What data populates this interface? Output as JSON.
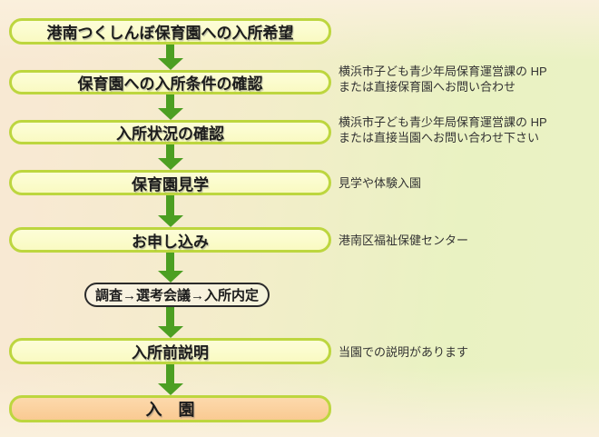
{
  "colors": {
    "background_left": "#f8e9d3",
    "background_right": "#e9f2c2",
    "box_fill": "#fbfccb",
    "box_border": "#bdd63f",
    "final_box_fill": "#fbd09e",
    "small_box_border": "#2b2b2b",
    "arrow_green": "#4c9f22",
    "box_text": "#1c1c1c",
    "note_text": "#333333"
  },
  "flow": {
    "steps": [
      {
        "label": "港南つくしんぼ保育園への入所希望"
      },
      {
        "label": "保育園への入所条件の確認",
        "note": "横浜市子ども青少年局保育運営課の HP\nまたは直接保育園へお問い合わせ"
      },
      {
        "label": "入所状況の確認",
        "note": "横浜市子ども青少年局保育運営課の HP\nまたは直接当園へお問い合わせ下さい"
      },
      {
        "label": "保育園見学",
        "note": "見学や体験入園"
      },
      {
        "label": "お申し込み",
        "note": "港南区福祉保健センター"
      },
      {
        "label": "調査→選考会議→入所内定"
      },
      {
        "label": "入所前説明",
        "note": "当園での説明があります"
      },
      {
        "label": "入　園"
      }
    ]
  }
}
